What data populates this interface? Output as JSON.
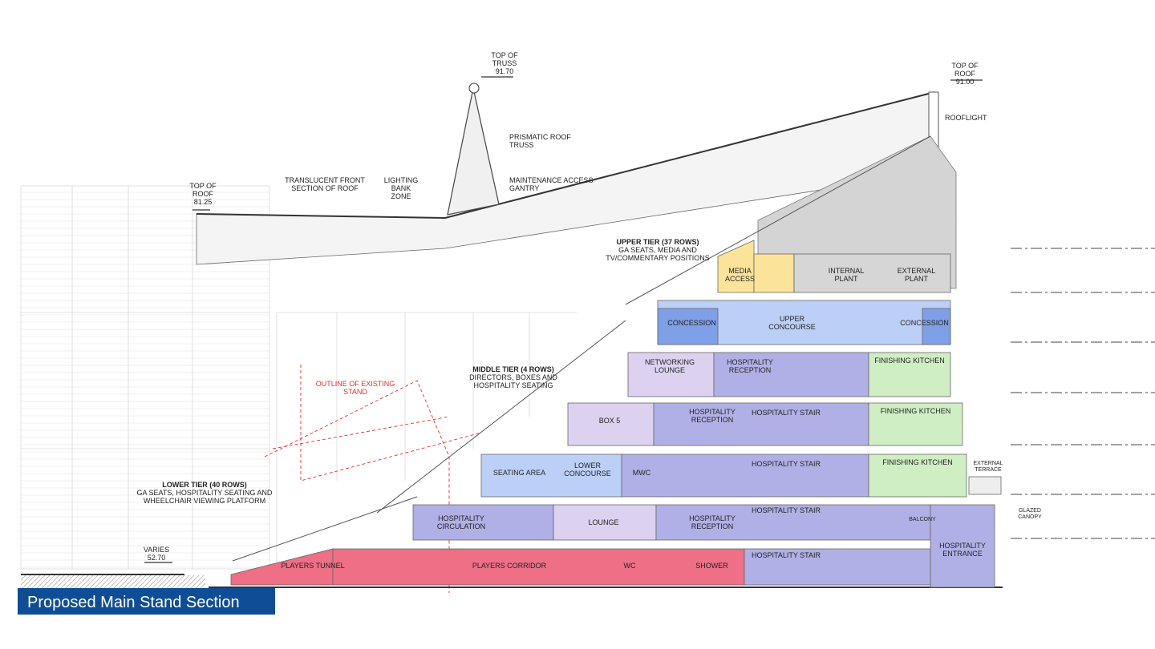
{
  "caption": "Proposed Main Stand Section",
  "levels": {
    "top_of_truss": {
      "label": "TOP OF\nTRUSS",
      "value": "91.70"
    },
    "top_of_roof_right": {
      "label": "TOP OF\nROOF",
      "value": "91.00"
    },
    "top_of_roof_left": {
      "label": "TOP OF\nROOF",
      "value": "81.25"
    },
    "pitch": {
      "label": "VARIES",
      "value": "52.70"
    }
  },
  "annotations": {
    "prismatic_truss": "PRISMATIC ROOF\nTRUSS",
    "rooflight": "ROOFLIGHT",
    "maintenance": "MAINTENANCE ACCESS\nGANTRY",
    "lighting": "LIGHTING\nBANK ZONE",
    "translucent": "TRANSLUCENT FRONT\nSECTION OF ROOF",
    "existing_outline": "OUTLINE OF EXISTING\nSTAND",
    "external_terrace": "EXTERNAL\nTERRACE",
    "glazed_canopy": "GLAZED\nCANOPY"
  },
  "tiers": {
    "upper": {
      "title": "UPPER TIER (37 ROWS)",
      "desc": "GA SEATS, MEDIA AND\nTV/COMMENTARY POSITIONS"
    },
    "middle": {
      "title": "MIDDLE TIER (4 ROWS)",
      "desc": "DIRECTORS, BOXES AND\nHOSPITALITY SEATING"
    },
    "lower": {
      "title": "LOWER TIER (40 ROWS)",
      "desc": "GA SEATS, HOSPITALITY SEATING AND\nWHEELCHAIR VIEWING PLATFORM"
    }
  },
  "rooms": {
    "media_access": "MEDIA\nACCESS",
    "internal_plant": "INTERNAL\nPLANT",
    "external_plant": "EXTERNAL\nPLANT",
    "concession_left": "CONCESSION",
    "upper_concourse": "UPPER\nCONCOURSE",
    "concession_right": "CONCESSION",
    "networking_lounge": "NETWORKING\nLOUNGE",
    "hosp_reception_4": "HOSPITALITY\nRECEPTION",
    "finishing_kitchen_4": "FINISHING KITCHEN",
    "box5": "BOX 5",
    "hosp_reception_3": "HOSPITALITY\nRECEPTION",
    "hosp_stair_3": "HOSPITALITY STAIR",
    "finishing_kitchen_3": "FINISHING KITCHEN",
    "seating_area": "SEATING AREA",
    "lower_concourse": "LOWER\nCONCOURSE",
    "mwc": "MWC",
    "hosp_stair_2": "HOSPITALITY STAIR",
    "finishing_kitchen_2": "FINISHING KITCHEN",
    "hosp_circulation": "HOSPITALITY\nCIRCULATION",
    "lounge": "LOUNGE",
    "hosp_reception_1": "HOSPITALITY\nRECEPTION",
    "hosp_stair_1": "HOSPITALITY STAIR",
    "balcony": "BALCONY",
    "hosp_entrance": "HOSPITALITY\nENTRANCE",
    "players_tunnel": "PLAYERS TUNNEL",
    "players_corridor": "PLAYERS CORRIDOR",
    "wc": "WC",
    "shower": "SHOWER",
    "hosp_stair_0": "HOSPITALITY STAIR"
  },
  "colors": {
    "hospitality": "#b1b0e6",
    "lounge": "#dcd2f0",
    "concourse": "#bcd0f7",
    "concession": "#7f9fe6",
    "kitchen": "#cfeec3",
    "media": "#fbe39a",
    "plant": "#d6d6d6",
    "players": "#ee6f86",
    "existing_outline": "#e03030",
    "caption_bg": "#0f4d96"
  }
}
